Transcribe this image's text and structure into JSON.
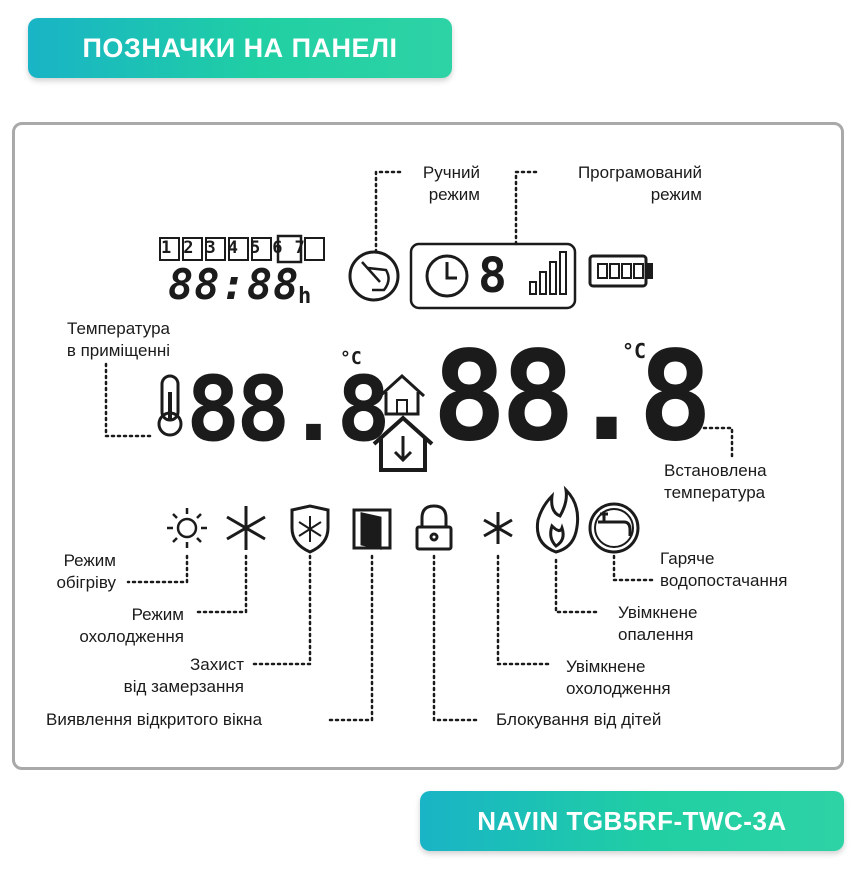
{
  "header": {
    "title": "ПОЗНАЧКИ НА ПАНЕЛІ"
  },
  "footer": {
    "model": "NAVIN TGB5RF-TWC-3A"
  },
  "display": {
    "days": [
      "1",
      "2",
      "3",
      "4",
      "5",
      "6",
      "7"
    ],
    "clock": "88:88",
    "clock_unit": "h",
    "room_temp": "88.8",
    "set_temp": "88.8",
    "program_digit": "8",
    "temp_unit": "°C"
  },
  "labels": {
    "manual_mode_1": "Ручний",
    "manual_mode_2": "режим",
    "program_mode_1": "Програмований",
    "program_mode_2": "режим",
    "room_temp_1": "Температура",
    "room_temp_2": "в приміщенні",
    "set_temp_1": "Встановлена",
    "set_temp_2": "температура",
    "heating_mode_1": "Режим",
    "heating_mode_2": "обігріву",
    "cooling_mode_1": "Режим",
    "cooling_mode_2": "охолодження",
    "frost_1": "Захист",
    "frost_2": "від замерзання",
    "window": "Виявлення відкритого вікна",
    "child_lock": "Блокування від дітей",
    "cooling_on_1": "Увімкнене",
    "cooling_on_2": "охолодження",
    "heating_on_1": "Увімкнене",
    "heating_on_2": "опалення",
    "hot_water_1": "Гаряче",
    "hot_water_2": "водопостачання"
  },
  "colors": {
    "accent_start": "#19b4c6",
    "accent_end": "#2ed3a5",
    "panel_border": "#a9a9a9",
    "ink": "#1b1b1b"
  }
}
